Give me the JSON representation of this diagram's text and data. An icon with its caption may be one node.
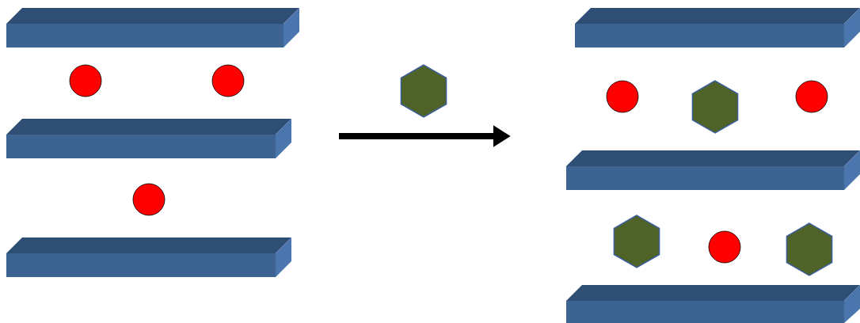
{
  "diagram": {
    "nodes": [
      {
        "text": [],
        "shape": "bar"
      },
      {
        "text": [],
        "shape": "circle"
      },
      {
        "text": [],
        "shape": "circle"
      },
      {
        "text": [],
        "shape": "bar"
      },
      {
        "text": [],
        "shape": "circle"
      },
      {
        "text": [],
        "shape": "bar"
      },
      {
        "text": [],
        "shape": "hexagon"
      },
      {
        "text": [],
        "shape": "bar"
      },
      {
        "text": [],
        "shape": "circle"
      },
      {
        "text": [],
        "shape": "hexagon"
      },
      {
        "text": [],
        "shape": "circle"
      },
      {
        "text": [],
        "shape": "bar"
      },
      {
        "text": [],
        "shape": "hexagon"
      },
      {
        "text": [],
        "shape": "circle"
      },
      {
        "text": [],
        "shape": "hexagon"
      },
      {
        "text": [],
        "shape": "bar"
      }
    ]
  }
}
